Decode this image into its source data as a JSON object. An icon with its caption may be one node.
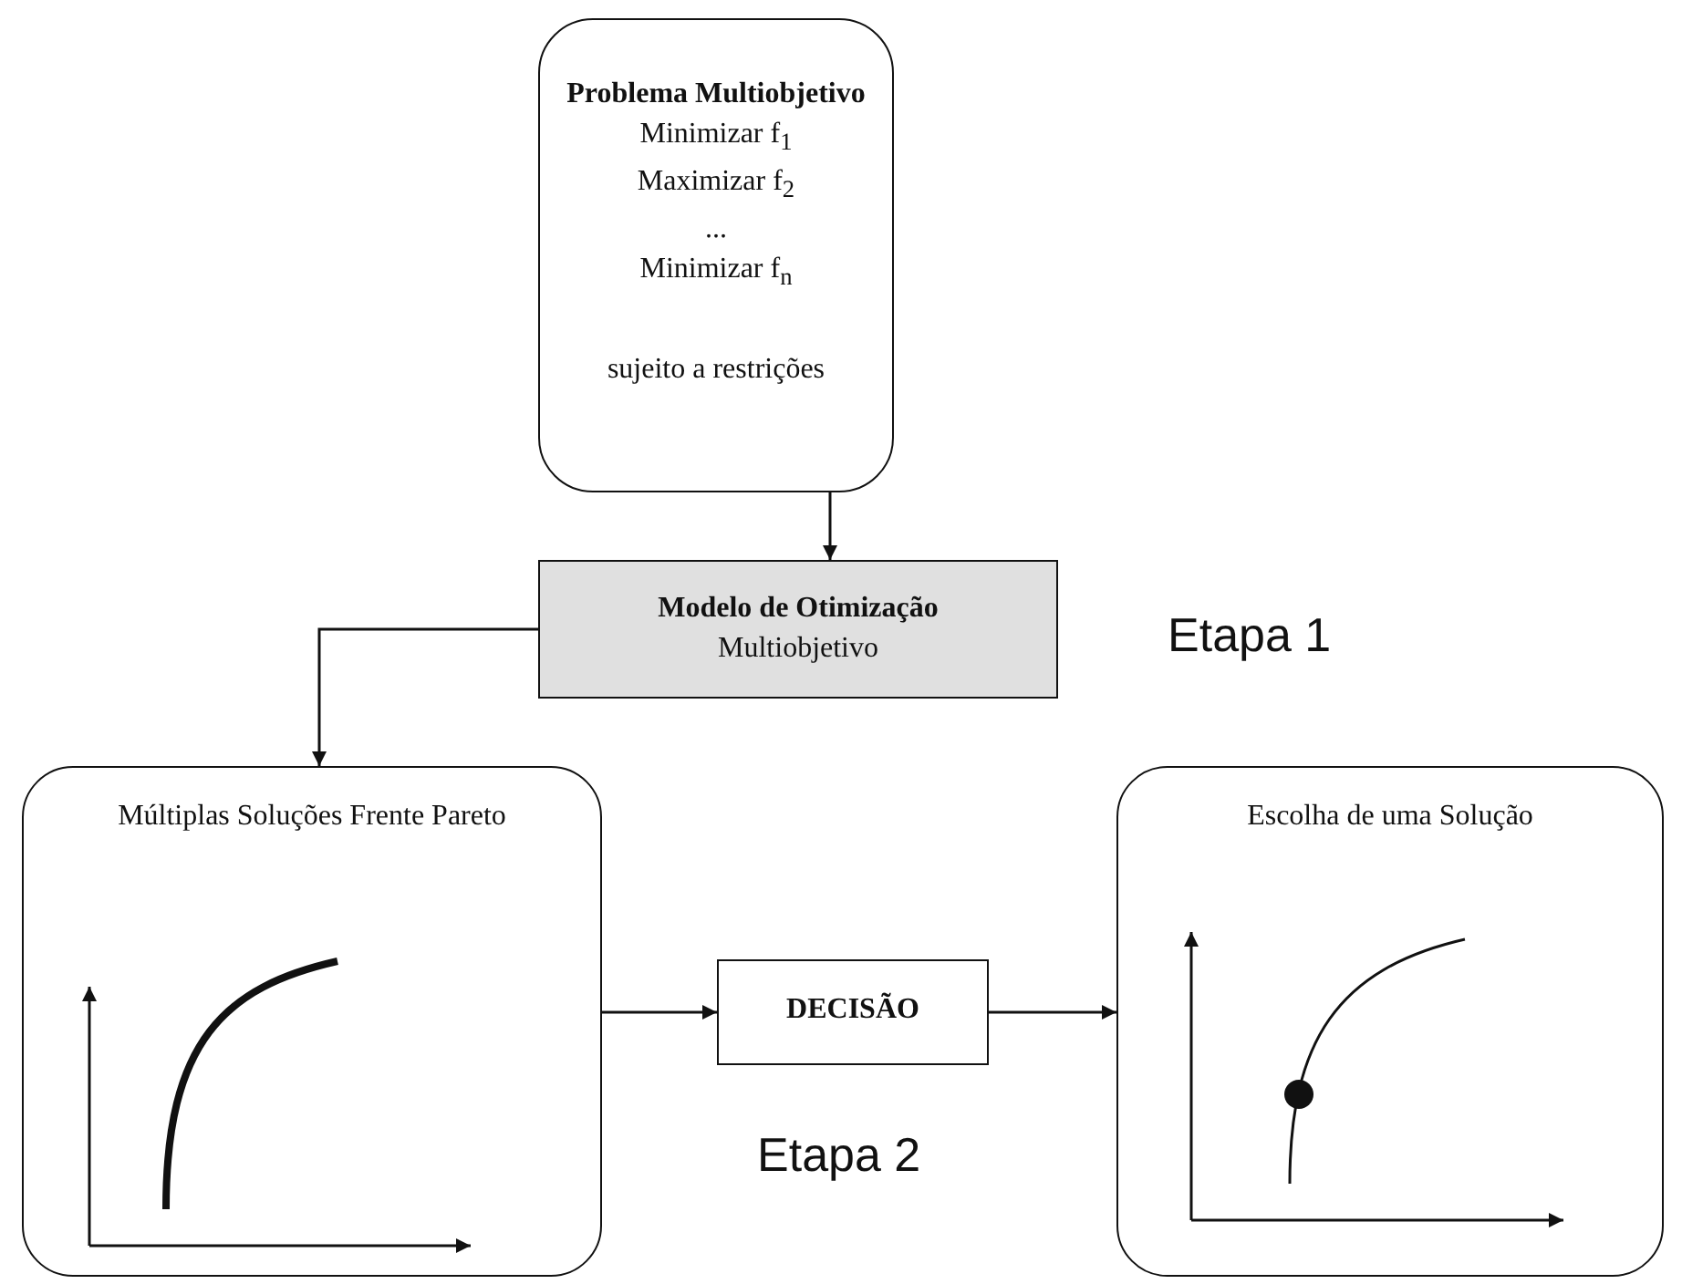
{
  "diagram": {
    "nodes": [
      {
        "text": [
          "Problema Multiobjetivo",
          "Minimizar f$_{1}$",
          "Maximizar f$_{2}$",
          "...",
          "Minimizar f$_{n}$",
          "sujeito a restrições"
        ]
      },
      {
        "text": [
          "Modelo de Otimização",
          "Multiobjetivo"
        ]
      },
      {
        "text": [
          "Múltiplas Soluções Frente Pareto"
        ]
      },
      {
        "text": [
          "DECISÃO"
        ]
      },
      {
        "text": [
          "Escolha de uma Solução"
        ]
      }
    ],
    "edges": [
      {
        "from": 0,
        "to": 1,
        "arrow": "to"
      },
      {
        "from": 1,
        "to": 2,
        "arrow": "to"
      },
      {
        "from": 2,
        "to": 3,
        "arrow": "to"
      },
      {
        "from": 3,
        "to": 4,
        "arrow": "to"
      }
    ],
    "labels": [
      "Etapa 1",
      "Etapa 2"
    ]
  }
}
